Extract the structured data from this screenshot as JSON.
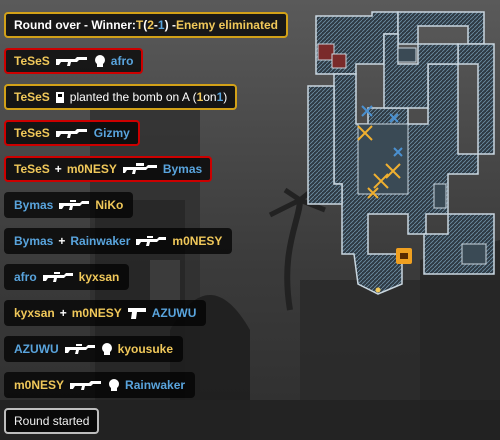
{
  "kill_feed": [
    {
      "type": "round_over",
      "style": "gold",
      "prefix": "Round over - Winner: ",
      "team": "T",
      "open": " (",
      "score_t": "2",
      "dash": " - ",
      "score_ct": "1",
      "close": ") - ",
      "reason": "Enemy eliminated"
    },
    {
      "type": "kill",
      "style": "hl",
      "killer": "TeSeS",
      "killer_team": "t",
      "weapon_icon": "ak47-icon",
      "headshot": true,
      "victim": "afro",
      "victim_team": "ct"
    },
    {
      "type": "plant",
      "style": "gold",
      "player": "TeSeS",
      "player_team": "t",
      "icon": "bomb-icon",
      "text": "planted the bomb on A (",
      "n1": "1",
      "on": "on",
      "n2": "1",
      "close": ")"
    },
    {
      "type": "kill",
      "style": "hl",
      "killer": "TeSeS",
      "killer_team": "t",
      "weapon_icon": "ak47-icon",
      "headshot": false,
      "victim": "Gizmy",
      "victim_team": "ct"
    },
    {
      "type": "assist_kill",
      "style": "hl",
      "killer": "TeSeS",
      "assister": "m0NESY",
      "killer_team": "t",
      "weapon_icon": "awp-icon",
      "victim": "Bymas",
      "victim_team": "ct"
    },
    {
      "type": "kill",
      "style": "none",
      "killer": "Bymas",
      "killer_team": "ct",
      "weapon_icon": "m4-icon",
      "victim": "NiKo",
      "victim_team": "t"
    },
    {
      "type": "assist_kill",
      "style": "none",
      "killer": "Bymas",
      "assister": "Rainwaker",
      "killer_team": "ct",
      "weapon_icon": "m4-icon",
      "victim": "m0NESY",
      "victim_team": "t"
    },
    {
      "type": "kill",
      "style": "none",
      "killer": "afro",
      "killer_team": "ct",
      "weapon_icon": "m4-icon",
      "victim": "kyxsan",
      "victim_team": "t"
    },
    {
      "type": "assist_kill",
      "style": "none",
      "killer": "kyxsan",
      "assister": "m0NESY",
      "killer_team": "t",
      "weapon_icon": "deagle-icon",
      "victim": "AZUWU",
      "victim_team": "ct"
    },
    {
      "type": "kill",
      "style": "none",
      "killer": "AZUWU",
      "killer_team": "ct",
      "weapon_icon": "m4-icon",
      "headshot": true,
      "victim": "kyousuke",
      "victim_team": "t"
    },
    {
      "type": "kill",
      "style": "none",
      "killer": "m0NESY",
      "killer_team": "t",
      "weapon_icon": "ak47-icon",
      "headshot": true,
      "victim": "Rainwaker",
      "victim_team": "ct"
    },
    {
      "type": "round_started",
      "style": "plain",
      "text": "Round started"
    }
  ],
  "colors": {
    "t": "#f0c85a",
    "ct": "#59a4dd",
    "kill_border": "#cc0000",
    "event_border": "#d2a118"
  },
  "minimap": {
    "bomb_icon": "bomb-icon",
    "markers": "player-x-markers"
  }
}
